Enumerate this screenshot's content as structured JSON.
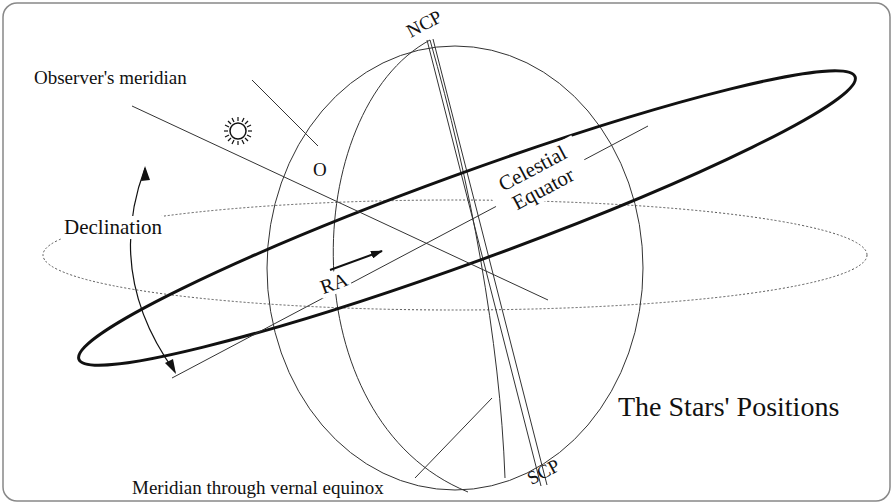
{
  "diagram": {
    "title": "The Stars' Positions",
    "labels": [
      "NCP",
      "Observer's meridian",
      "O",
      "Declination",
      "Celestial Equator",
      "RA",
      "Meridian through vernal equinox",
      "SCP"
    ]
  }
}
